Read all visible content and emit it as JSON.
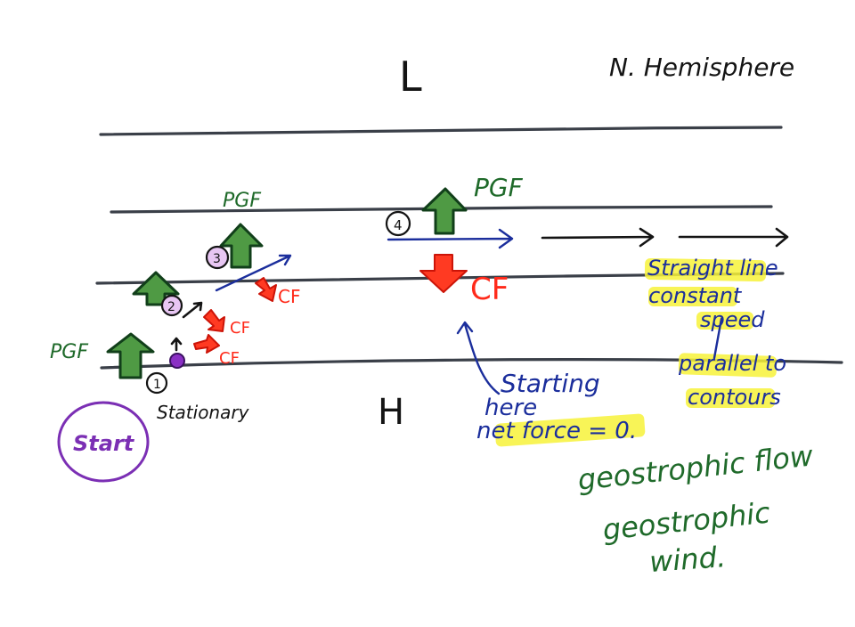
{
  "labels": {
    "low": "L",
    "high": "H",
    "hemisphere": "N. Hemisphere",
    "start": "Start",
    "stationary": "Stationary",
    "pgf": "PGF",
    "cf": "CF",
    "step1": "1",
    "step2": "2",
    "step3": "3",
    "step4": "4"
  },
  "annotations": {
    "straight_line": "Straight line",
    "constant": "constant",
    "speed": "speed",
    "parallel_to": "parallel to",
    "contours": "contours",
    "starting": "Starting",
    "here": "here",
    "net_force": "net force = 0.",
    "geo_flow": "geostrophic flow",
    "geo_word": "geostrophic",
    "wind": "wind."
  },
  "colors": {
    "pgf_arrow": "#4f9a44",
    "cf_arrow": "#ff3a22",
    "velocity_blue": "#1b2e9c",
    "start_purple": "#7b2fb4",
    "highlight": "#f7f23a",
    "isobar": "#3a3f48"
  }
}
